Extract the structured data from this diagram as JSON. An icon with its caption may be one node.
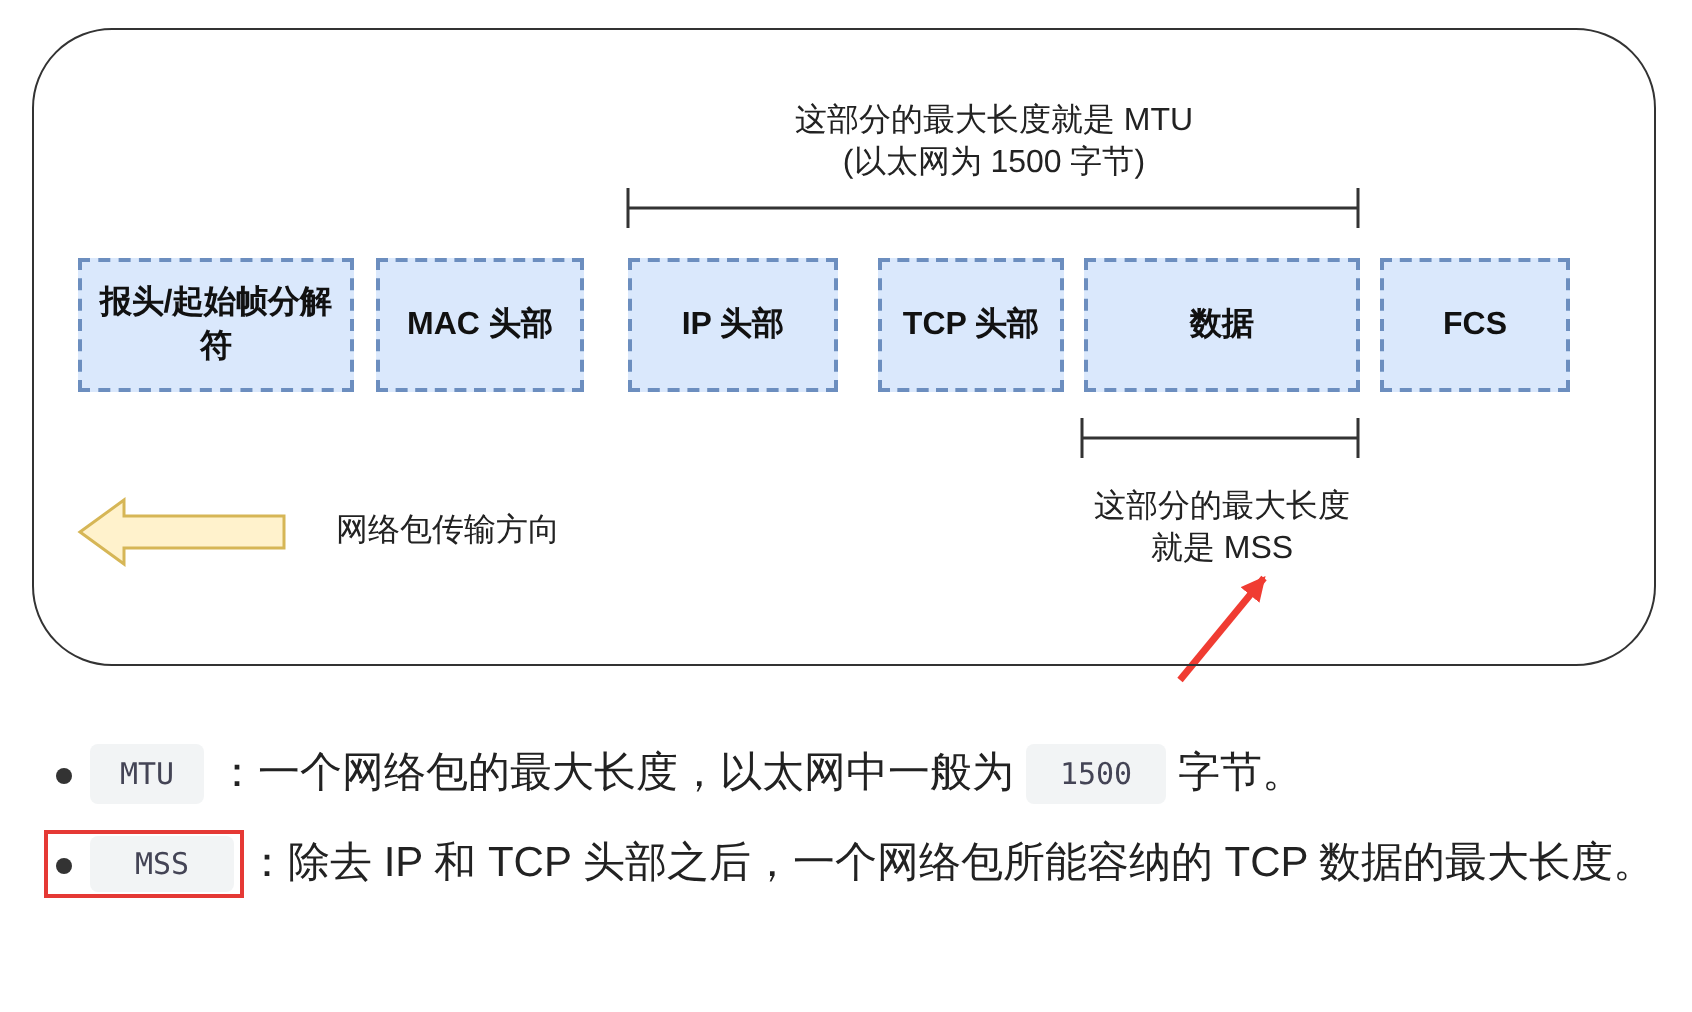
{
  "diagram": {
    "nodes": [
      {
        "text": [],
        "shape": "box"
      },
      {
        "text": [
          "报头/起始帧分解符"
        ],
        "in": 0
      },
      {
        "text": [
          "MAC 头部"
        ],
        "in": 0
      },
      {
        "text": [
          "IP 头部"
        ],
        "in": 0
      },
      {
        "text": [
          "TCP 头部"
        ],
        "in": 0
      },
      {
        "text": [
          "数据"
        ],
        "in": 0
      },
      {
        "text": [
          "FCS"
        ],
        "in": 0
      },
      {
        "text": [
          "这部分的最大长度就是 MSS"
        ],
        "in": 0
      }
    ],
    "edges": [
      {
        "from": null,
        "to": 7,
        "arrow": "to",
        "color": "#f03c32"
      }
    ],
    "labels": [
      "这部分的最大长度就是 MTU",
      "(以太网为 1500 字节)",
      "网络包传输方向",
      "MTU",
      "：一个网络包的最大长度，以太网中一般为",
      "1500",
      "字节。",
      "MSS",
      "：除去 IP 和 TCP 头部之后，一个网络包所能容纳的 TCP 数据的最大长度。"
    ]
  }
}
